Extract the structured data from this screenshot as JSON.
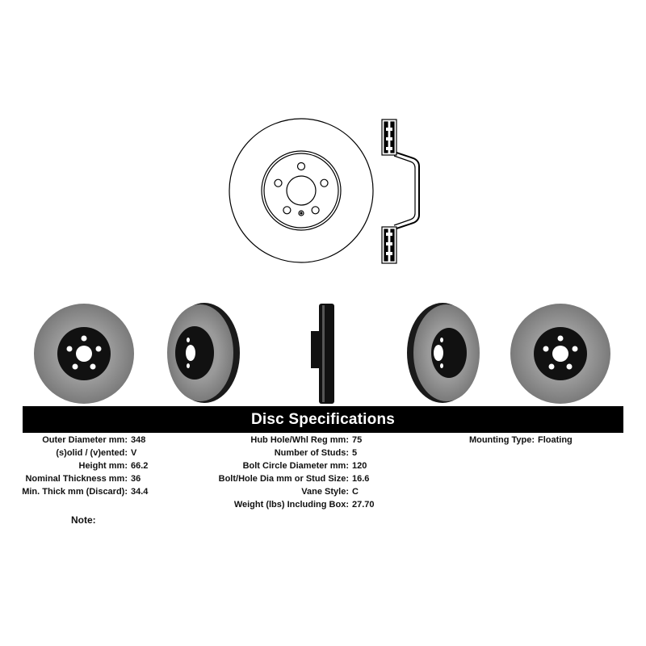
{
  "banner": {
    "title": "Disc Specifications"
  },
  "specs": {
    "outer_diameter": {
      "label": "Outer Diameter mm:",
      "value": "348"
    },
    "solid_vented": {
      "label": "(s)olid / (v)ented:",
      "value": "V"
    },
    "height": {
      "label": "Height mm:",
      "value": "66.2"
    },
    "nominal_thickness": {
      "label": "Nominal Thickness mm:",
      "value": "36"
    },
    "min_thick": {
      "label": "Min. Thick mm (Discard):",
      "value": "34.4"
    },
    "hub_hole": {
      "label": "Hub Hole/Whl Reg mm:",
      "value": "75"
    },
    "num_studs": {
      "label": "Number of Studs:",
      "value": "5"
    },
    "bolt_circle": {
      "label": "Bolt Circle Diameter mm:",
      "value": "120"
    },
    "bolt_hole": {
      "label": "Bolt/Hole Dia mm or Stud Size:",
      "value": "16.6"
    },
    "vane_style": {
      "label": "Vane Style:",
      "value": "C"
    },
    "weight": {
      "label": "Weight (lbs) Including Box:",
      "value": "27.70"
    },
    "mounting_type": {
      "label": "Mounting Type:",
      "value": "Floating"
    }
  },
  "note": {
    "label": "Note:"
  },
  "colors": {
    "banner_bg": "#000000",
    "banner_text": "#ffffff",
    "rotor_face": "#8a8a8a",
    "hat": "#111111"
  },
  "icons": [
    "brake-rotor-line-drawing",
    "rotor-cross-section",
    "rotor-photo-front",
    "rotor-photo-angle-left",
    "rotor-photo-side",
    "rotor-photo-angle-right",
    "rotor-photo-back"
  ]
}
